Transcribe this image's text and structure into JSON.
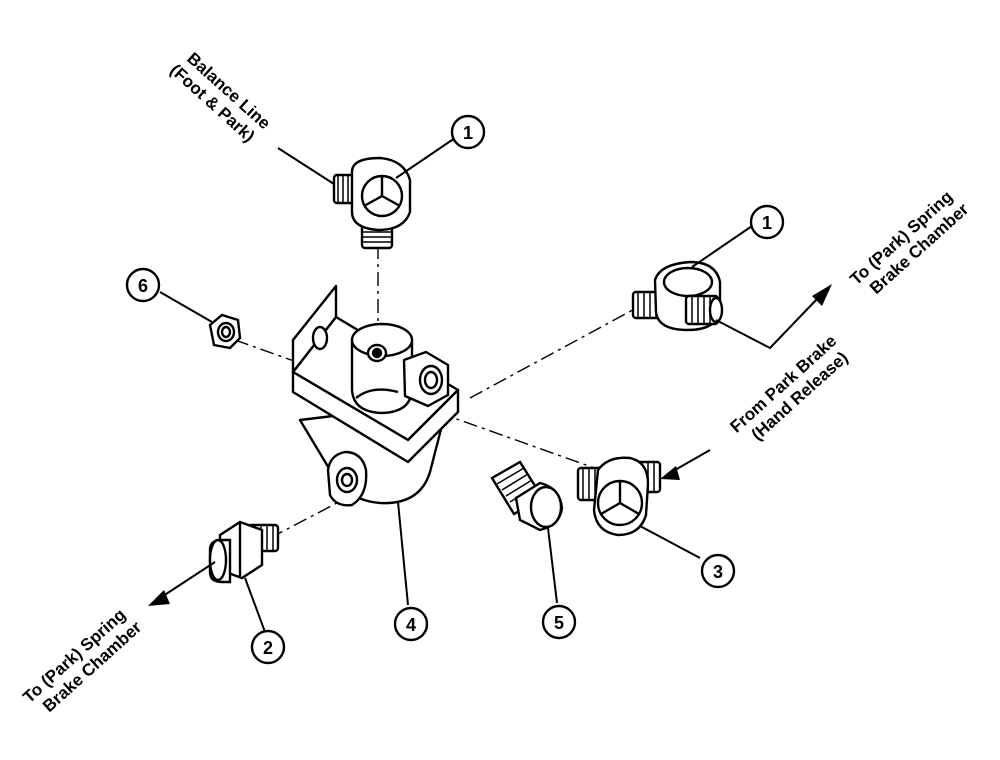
{
  "callouts": {
    "c1a": "1",
    "c1b": "1",
    "c2": "2",
    "c3": "3",
    "c4": "4",
    "c5": "5",
    "c6": "6"
  },
  "labels": {
    "balance_line_1": "Balance Line",
    "balance_line_2": "(Foot & Park)",
    "to_spring_right_1": "To (Park) Spring",
    "to_spring_right_2": "Brake Chamber",
    "from_park_1": "From Park Brake",
    "from_park_2": "(Hand Release)",
    "to_spring_left_1": "To (Park) Spring",
    "to_spring_left_2": "Brake Chamber"
  },
  "colors": {
    "ink": "#000000",
    "paper": "#ffffff"
  }
}
